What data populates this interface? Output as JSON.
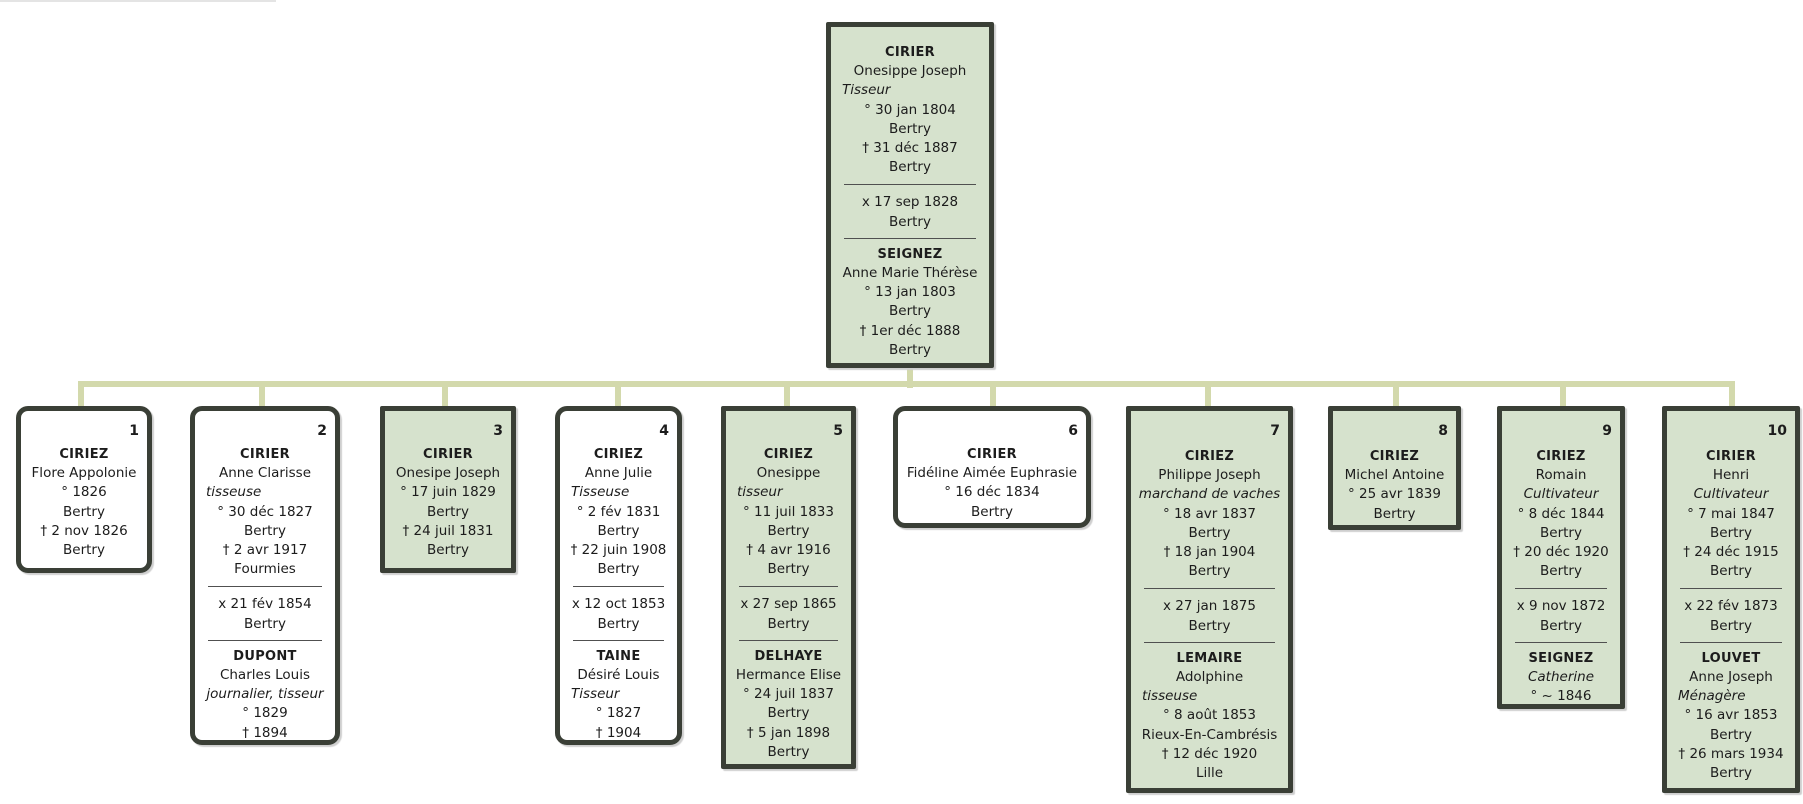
{
  "root": {
    "surname": "CIRIER",
    "given": "Onesippe Joseph",
    "occupation": "Tisseur",
    "birth_date": "° 30 jan 1804",
    "birth_place": "Bertry",
    "death_date": "† 31 déc 1887",
    "death_place": "Bertry",
    "marriage_date": "x 17 sep 1828",
    "marriage_place": "Bertry",
    "spouse": {
      "surname": "SEIGNEZ",
      "given": "Anne Marie Thérèse",
      "birth_date": "° 13 jan 1803",
      "birth_place": "Bertry",
      "death_date": "† 1er déc 1888",
      "death_place": "Bertry"
    }
  },
  "children": [
    {
      "num": "1",
      "surname": "CIRIEZ",
      "given": "Flore Appolonie",
      "birth_date": "° 1826",
      "birth_place": "Bertry",
      "death_date": "† 2 nov 1826",
      "death_place": "Bertry"
    },
    {
      "num": "2",
      "surname": "CIRIER",
      "given": "Anne Clarisse",
      "occupation": "tisseuse",
      "birth_date": "° 30 déc 1827",
      "birth_place": "Bertry",
      "death_date": "† 2 avr 1917",
      "death_place": "Fourmies",
      "marriage_date": "x 21 fév 1854",
      "marriage_place": "Bertry",
      "spouse": {
        "surname": "DUPONT",
        "given": "Charles Louis",
        "occupation": "journalier, tisseur",
        "birth_date": "° 1829",
        "death_date": "† 1894"
      }
    },
    {
      "num": "3",
      "surname": "CIRIER",
      "given": "Onesipe Joseph",
      "birth_date": "° 17 juin 1829",
      "birth_place": "Bertry",
      "death_date": "† 24 juil 1831",
      "death_place": "Bertry"
    },
    {
      "num": "4",
      "surname": "CIRIEZ",
      "given": "Anne Julie",
      "occupation": "Tisseuse",
      "birth_date": "° 2 fév 1831",
      "birth_place": "Bertry",
      "death_date": "† 22 juin 1908",
      "death_place": "Bertry",
      "marriage_date": "x 12 oct 1853",
      "marriage_place": "Bertry",
      "spouse": {
        "surname": "TAINE",
        "given": "Désiré Louis",
        "occupation": "Tisseur",
        "birth_date": "° 1827",
        "death_date": "† 1904"
      }
    },
    {
      "num": "5",
      "surname": "CIRIEZ",
      "given": "Onesippe",
      "occupation": "tisseur",
      "birth_date": "° 11 juil 1833",
      "birth_place": "Bertry",
      "death_date": "† 4 avr 1916",
      "death_place": "Bertry",
      "marriage_date": "x 27 sep 1865",
      "marriage_place": "Bertry",
      "spouse": {
        "surname": "DELHAYE",
        "given": "Hermance Elise",
        "birth_date": "° 24 juil 1837",
        "birth_place": "Bertry",
        "death_date": "† 5 jan 1898",
        "death_place": "Bertry"
      }
    },
    {
      "num": "6",
      "surname": "CIRIER",
      "given": "Fidéline Aimée Euphrasie",
      "birth_date": "° 16 déc 1834",
      "birth_place": "Bertry"
    },
    {
      "num": "7",
      "surname": "CIRIEZ",
      "given": "Philippe Joseph",
      "occupation": "marchand de vaches",
      "birth_date": "° 18 avr 1837",
      "birth_place": "Bertry",
      "death_date": "† 18 jan 1904",
      "death_place": "Bertry",
      "marriage_date": "x 27 jan 1875",
      "marriage_place": "Bertry",
      "spouse": {
        "surname": "LEMAIRE",
        "given": "Adolphine",
        "occupation": "tisseuse",
        "birth_date": "° 8 août 1853",
        "birth_place": "Rieux-En-Cambrésis",
        "death_date": "† 12 déc 1920",
        "death_place": "Lille"
      }
    },
    {
      "num": "8",
      "surname": "CIRIEZ",
      "given": "Michel Antoine",
      "birth_date": "° 25 avr 1839",
      "birth_place": "Bertry"
    },
    {
      "num": "9",
      "surname": "CIRIEZ",
      "given": "Romain",
      "occupation": "Cultivateur",
      "birth_date": "° 8 déc 1844",
      "birth_place": "Bertry",
      "death_date": "† 20 déc 1920",
      "death_place": "Bertry",
      "marriage_date": "x 9 nov 1872",
      "marriage_place": "Bertry",
      "spouse": {
        "surname": "SEIGNEZ",
        "given": "Catherine",
        "birth_date": "° ~ 1846"
      }
    },
    {
      "num": "10",
      "surname": "CIRIER",
      "given": "Henri",
      "occupation": "Cultivateur",
      "birth_date": "° 7 mai 1847",
      "birth_place": "Bertry",
      "death_date": "† 24 déc 1915",
      "death_place": "Bertry",
      "marriage_date": "x 22 fév 1873",
      "marriage_place": "Bertry",
      "spouse": {
        "surname": "LOUVET",
        "given": "Anne Joseph",
        "occupation": "Ménagère",
        "birth_date": "° 16 avr 1853",
        "birth_place": "Bertry",
        "death_date": "† 26 mars 1934",
        "death_place": "Bertry"
      }
    }
  ]
}
